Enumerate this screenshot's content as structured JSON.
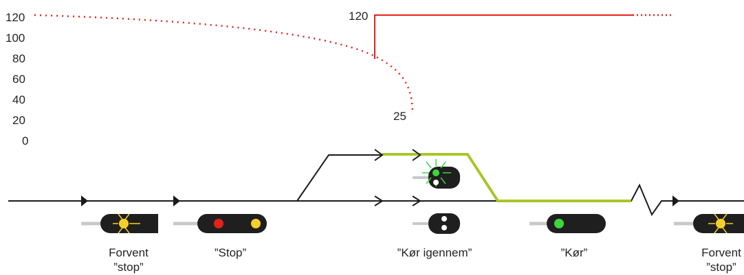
{
  "speed_axis": {
    "ticks": [
      "120",
      "100",
      "80",
      "60",
      "40",
      "20",
      "0"
    ]
  },
  "speed_profile": {
    "label_start": "120",
    "label_reduced": "25"
  },
  "signals": [
    {
      "id": "signal-1",
      "caption_lines": [
        "Forvent",
        "”stop”"
      ]
    },
    {
      "id": "signal-2",
      "caption_lines": [
        "”Stop”"
      ]
    },
    {
      "id": "signal-3",
      "caption_lines": [
        "”Kør igennem”"
      ]
    },
    {
      "id": "signal-4",
      "caption_lines": [
        "”Kør”"
      ]
    },
    {
      "id": "signal-5",
      "caption_lines": [
        "Forvent",
        "”stop”"
      ]
    }
  ],
  "colors": {
    "speed_profile": "#e2231a",
    "route": "#a7c62a",
    "track": "#1a1a1a",
    "signal_body": "#1f1f1f",
    "lamp_yellow": "#f6d02a",
    "lamp_red": "#e2231a",
    "lamp_green": "#3dd63d",
    "lamp_white": "#ffffff",
    "mast": "#c8c8c8"
  }
}
